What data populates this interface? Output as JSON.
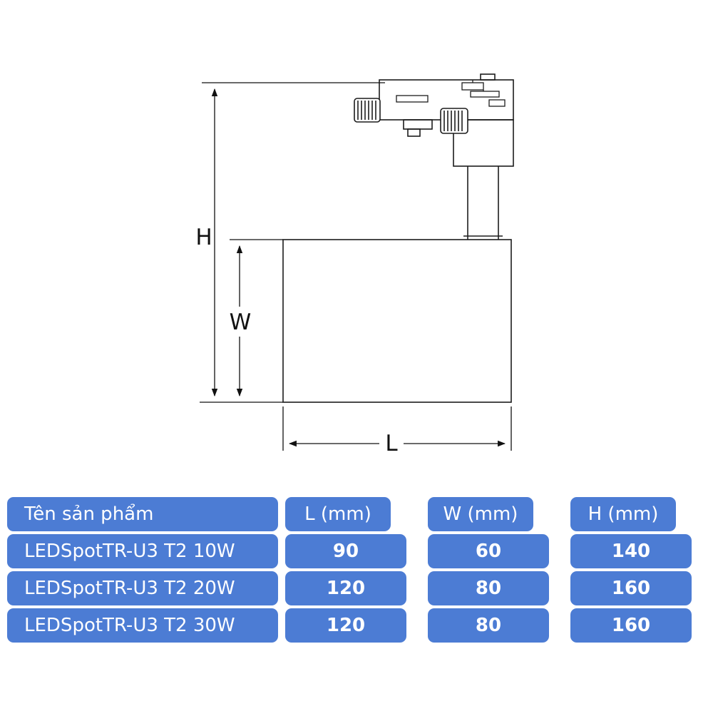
{
  "diagram": {
    "h_label": "H",
    "w_label": "W",
    "l_label": "L"
  },
  "table": {
    "accent_color": "#4c7cd4",
    "columns": {
      "name": "Tên sản phẩm",
      "l": "L (mm)",
      "w": "W (mm)",
      "h": "H (mm)"
    },
    "rows": [
      {
        "name": "LEDSpotTR-U3 T2 10W",
        "l": 90,
        "w": 60,
        "h": 140
      },
      {
        "name": "LEDSpotTR-U3 T2 20W",
        "l": 120,
        "w": 80,
        "h": 160
      },
      {
        "name": "LEDSpotTR-U3 T2 30W",
        "l": 120,
        "w": 80,
        "h": 160
      }
    ]
  }
}
